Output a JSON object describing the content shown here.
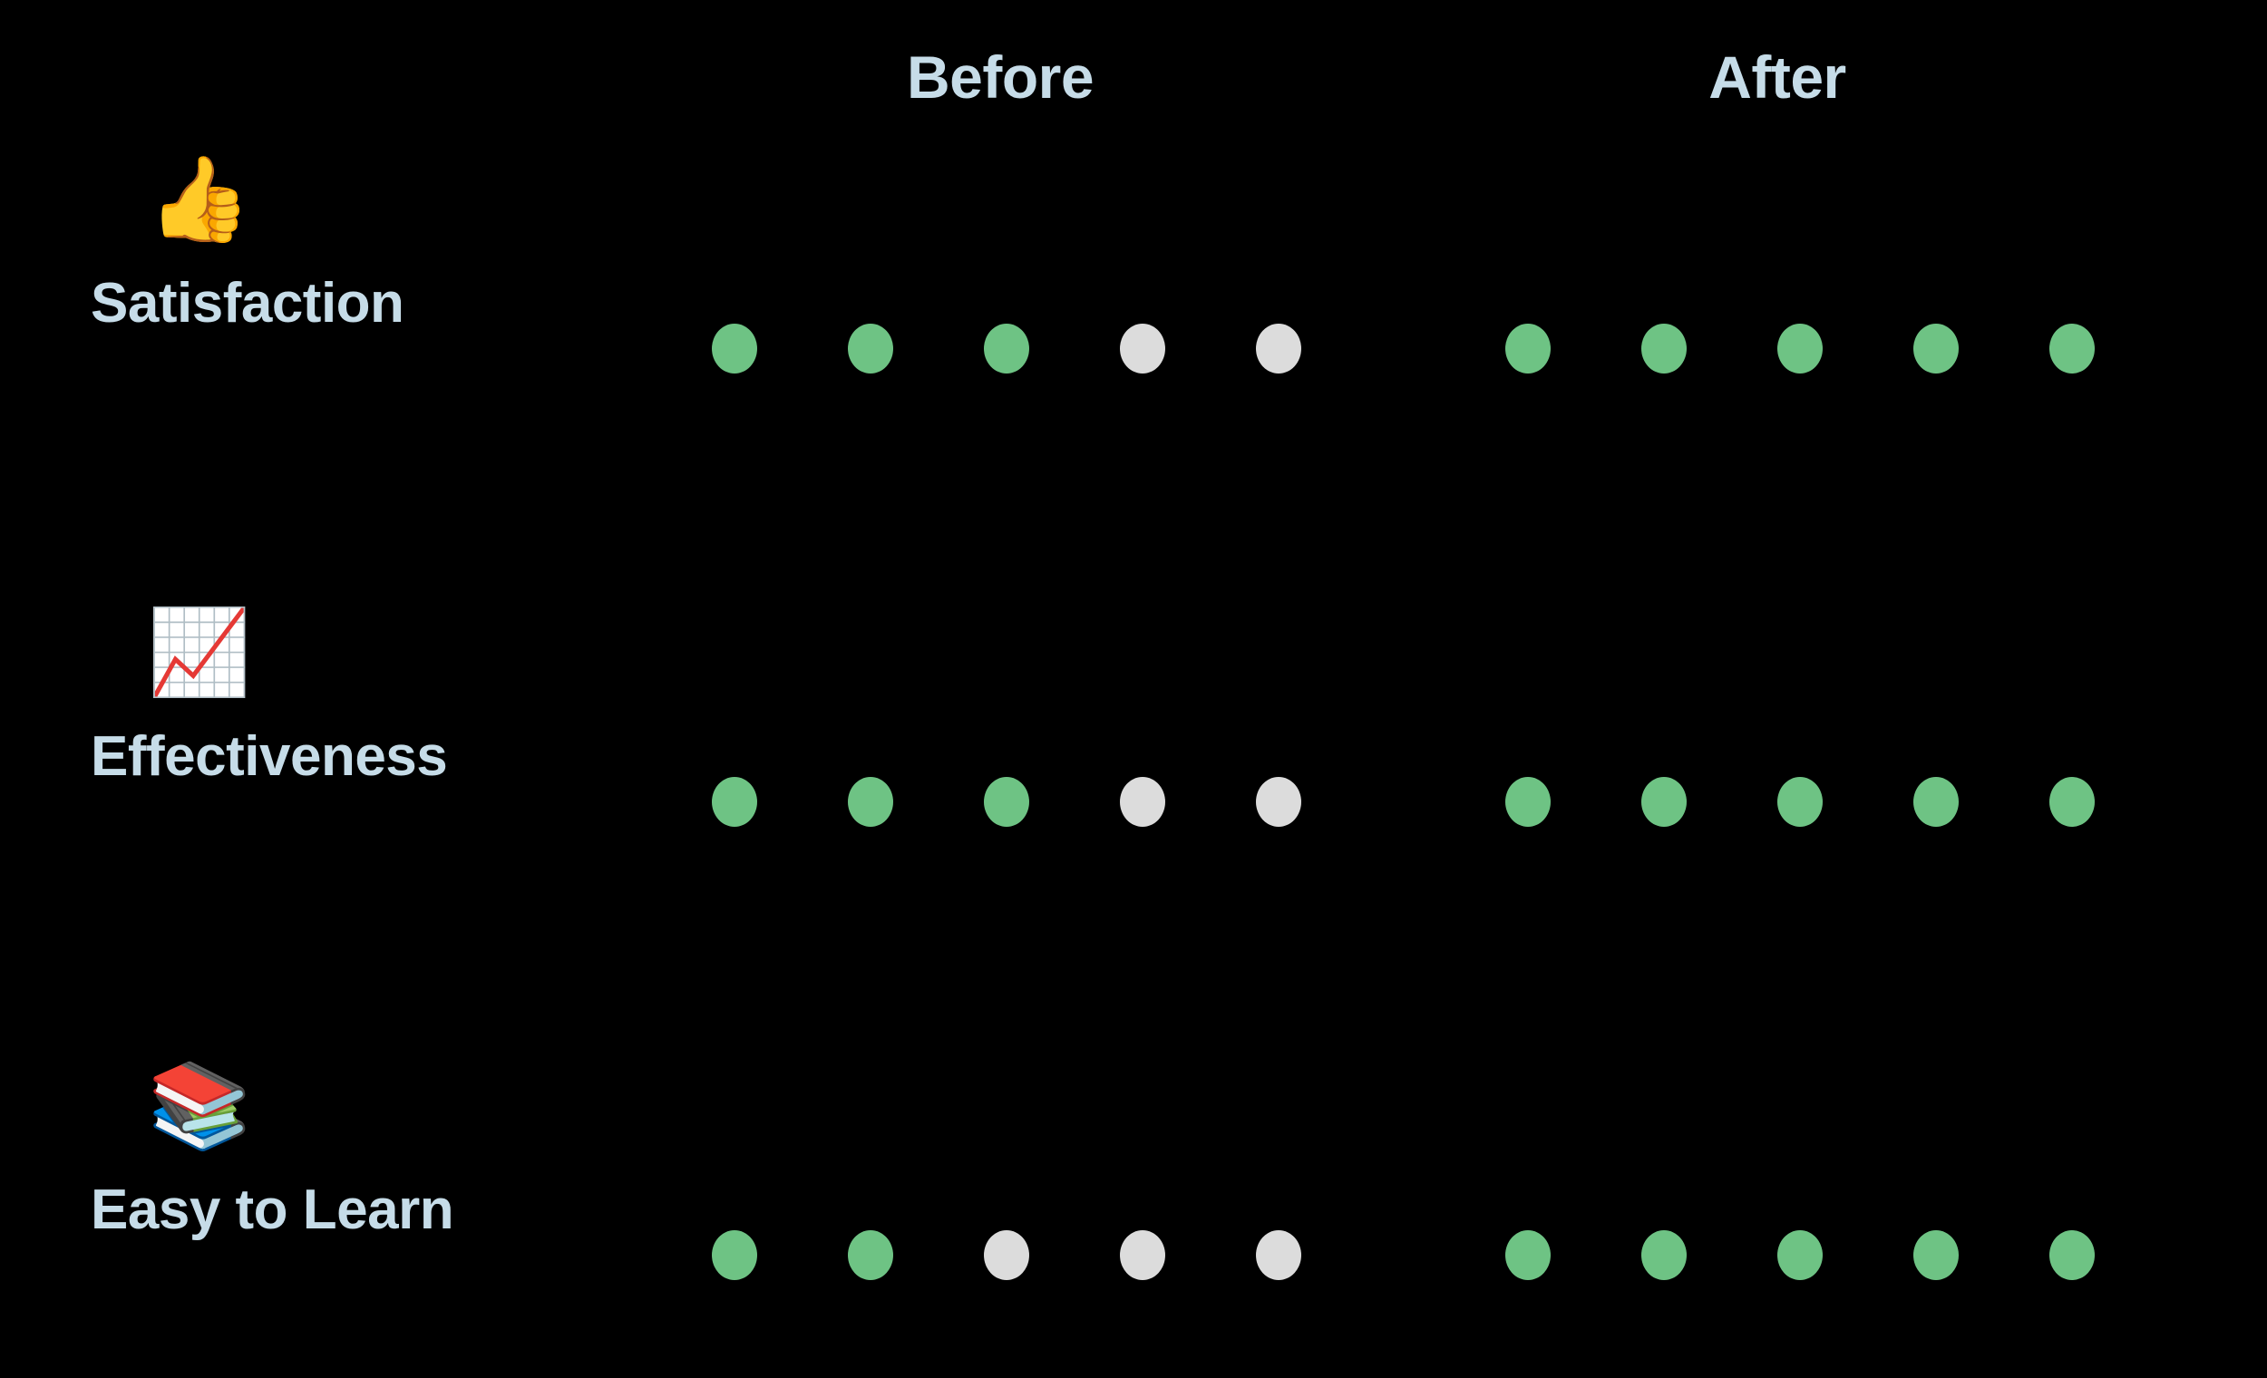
{
  "background_color": "#000000",
  "label_color": "#c6dce8",
  "filled_dot_color": "#6ec384",
  "empty_dot_color": "#dcdcdc",
  "headers": {
    "before": "Before",
    "after": "After"
  },
  "chart_data": {
    "type": "table",
    "title": "",
    "xlabel": "",
    "ylabel": "",
    "scale_max": 5,
    "legend": [
      "Before",
      "After"
    ],
    "categories": [
      "Satisfaction",
      "Effectiveness",
      "Easy to Learn"
    ],
    "series": [
      {
        "name": "Before",
        "values": [
          3,
          3,
          2
        ]
      },
      {
        "name": "After",
        "values": [
          5,
          5,
          5
        ]
      }
    ]
  },
  "rows": [
    {
      "emoji": "👍",
      "emoji_name": "thumbs-up-icon",
      "label": "Satisfaction",
      "before": [
        "filled",
        "filled",
        "filled",
        "empty",
        "empty"
      ],
      "after": [
        "filled",
        "filled",
        "filled",
        "filled",
        "filled"
      ]
    },
    {
      "emoji": "📈",
      "emoji_name": "chart-increasing-icon",
      "label": "Effectiveness",
      "before": [
        "filled",
        "filled",
        "filled",
        "empty",
        "empty"
      ],
      "after": [
        "filled",
        "filled",
        "filled",
        "filled",
        "filled"
      ]
    },
    {
      "emoji": "📚",
      "emoji_name": "books-icon",
      "label": "Easy to Learn",
      "before": [
        "filled",
        "filled",
        "empty",
        "empty",
        "empty"
      ],
      "after": [
        "filled",
        "filled",
        "filled",
        "filled",
        "filled"
      ]
    }
  ]
}
